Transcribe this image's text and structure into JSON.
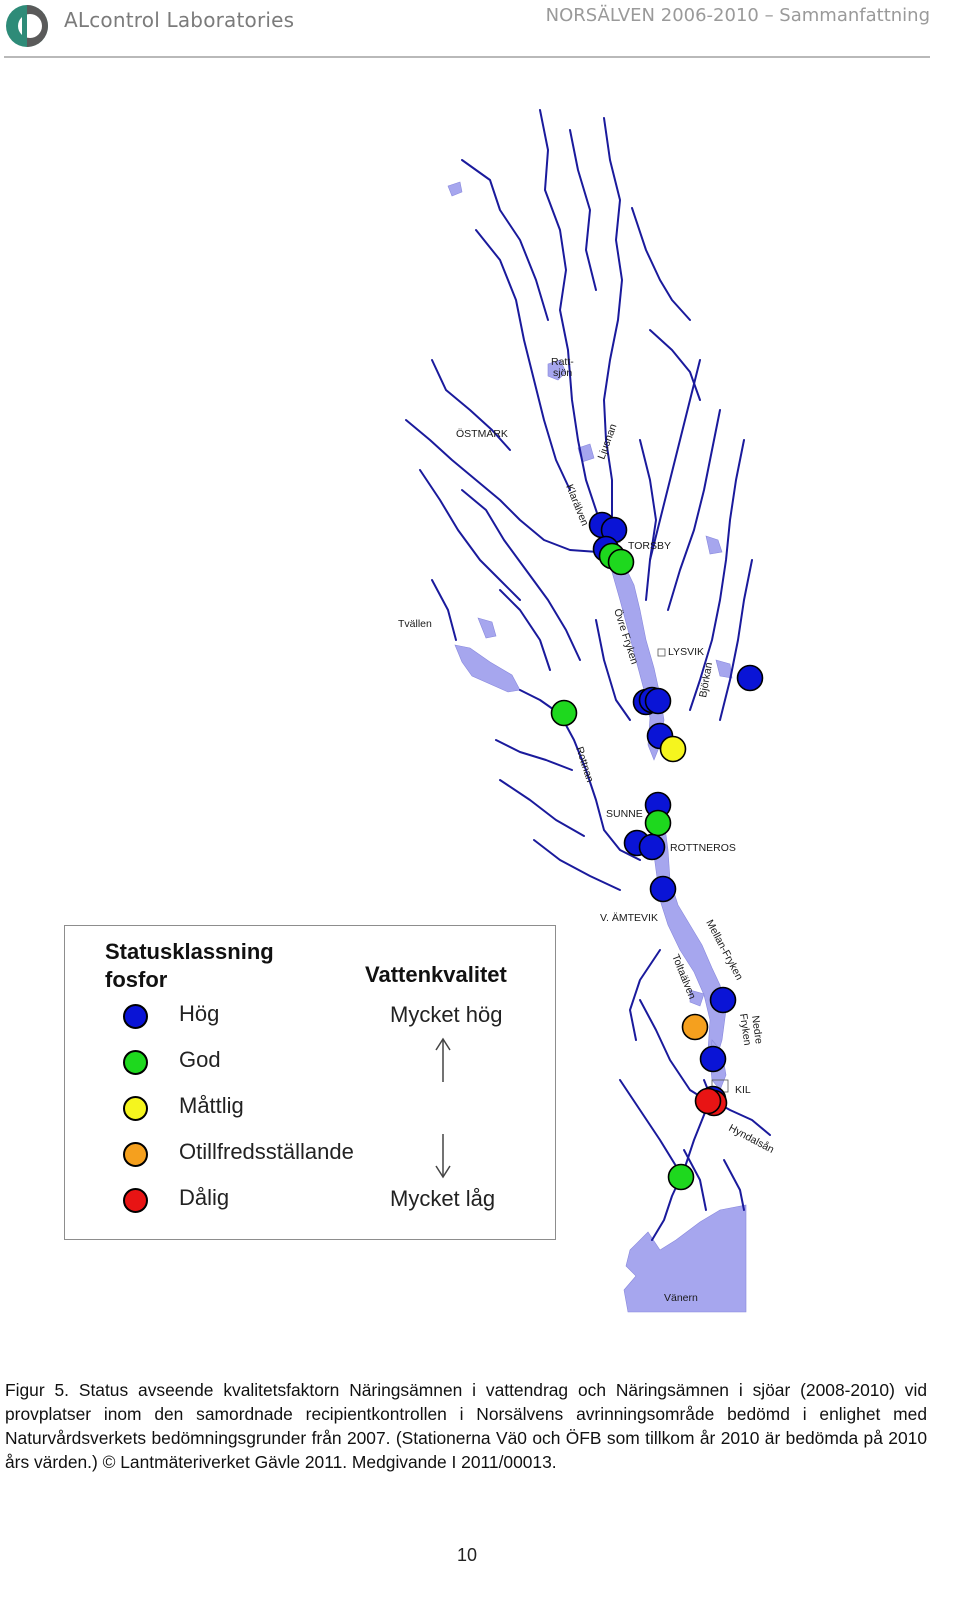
{
  "header": {
    "company": "ALcontrol Laboratories",
    "document_title": "NORSÄLVEN 2006-2010 – Sammanfattning"
  },
  "colors": {
    "hog": "#0a14d6",
    "god": "#1ed81e",
    "mattlig": "#f5f51e",
    "otillfredsstallande": "#f5a01e",
    "dalig": "#e81414",
    "water": "#a6a6ee",
    "river": "#1a1a9c"
  },
  "map": {
    "places": {
      "rattsjon_1": "Ratt-",
      "rattsjon_2": "sjön",
      "ostmark": "ÖSTMARK",
      "ljusnan": "Ljusnan",
      "kloran": "Klarälven",
      "torsby": "TORSBY",
      "tvallen": "Tvällen",
      "ovre_fryken": "Övre Fryken",
      "lysvik": "LYSVIK",
      "bjorkan": "Björkan",
      "rottnan": "Rottnan",
      "sunne": "SUNNE",
      "rottneros": "ROTTNEROS",
      "amtevik": "V. ÄMTEVIK",
      "mellan_fryken": "Mellan-Fryken",
      "toltalalven": "Toltaälven",
      "nedre_fryken_1": "Nedre",
      "nedre_fryken_2": "Fryken",
      "kil": "KIL",
      "hyndalsan": "Hyndalsån",
      "vanern": "Vänern"
    },
    "stations": [
      {
        "status": "hog"
      },
      {
        "status": "hog"
      },
      {
        "status": "hog"
      },
      {
        "status": "god"
      },
      {
        "status": "god"
      },
      {
        "status": "hog"
      },
      {
        "status": "hog"
      },
      {
        "status": "hog"
      },
      {
        "status": "hog"
      },
      {
        "status": "god"
      },
      {
        "status": "hog"
      },
      {
        "status": "mattlig"
      },
      {
        "status": "hog"
      },
      {
        "status": "god"
      },
      {
        "status": "hog"
      },
      {
        "status": "hog"
      },
      {
        "status": "hog"
      },
      {
        "status": "hog"
      },
      {
        "status": "hog"
      },
      {
        "status": "otillfredsstallande"
      },
      {
        "status": "hog"
      },
      {
        "status": "dalig"
      },
      {
        "status": "dalig"
      },
      {
        "status": "god"
      }
    ]
  },
  "legend": {
    "title": "Statusklassning\nfosfor",
    "subtitle": "Vattenkvalitet",
    "classes": [
      {
        "label": "Hög",
        "color": "#0a14d6"
      },
      {
        "label": "God",
        "color": "#1ed81e"
      },
      {
        "label": "Måttlig",
        "color": "#f5f51e"
      },
      {
        "label": "Otillfredsställande",
        "color": "#f5a01e"
      },
      {
        "label": "Dålig",
        "color": "#e81414"
      }
    ],
    "quality_high": "Mycket hög",
    "quality_low": "Mycket låg"
  },
  "caption": "Figur 5. Status avseende kvalitetsfaktorn Näringsämnen i vattendrag och Näringsämnen i sjöar (2008-2010) vid provplatser inom den samordnade recipientkontrollen i Norsälvens avrinningsområde bedömd i enlighet med Naturvårdsverkets bedömningsgrunder från 2007. (Stationerna Vä0 och ÖFB som tillkom år 2010 är bedömda på 2010 års värden.) © Lantmäteriverket Gävle 2011. Medgivande I 2011/00013.",
  "page_number": "10"
}
